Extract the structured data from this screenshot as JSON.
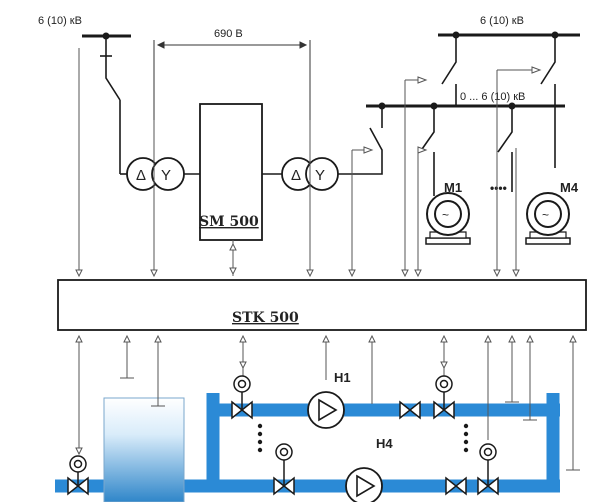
{
  "labels": {
    "supply_left": "6 (10) кВ",
    "supply_right": "6 (10) кВ",
    "voltage_690": "690 В",
    "bus_voltage": "0 ... 6 (10) кВ",
    "motor_1": "M1",
    "motor_4": "M4",
    "motor_dots": "••••",
    "sm500": "SM 500",
    "stk500": "STK 500",
    "pump_h1": "H1",
    "pump_h4": "H4"
  },
  "colors": {
    "background": "#ffffff",
    "line": "#1a1a1a",
    "pipe": "#2b8ad6",
    "tank_top": "#ffffff",
    "tank_bottom": "#2f86c9",
    "controller_fill": "#ffffff",
    "arrow": "#555555"
  }
}
